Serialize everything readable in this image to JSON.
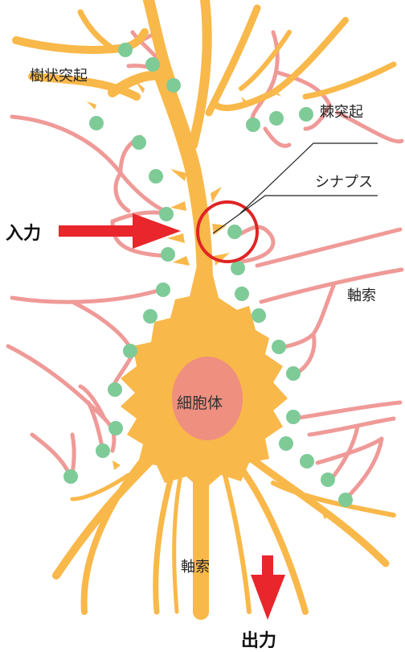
{
  "labels": {
    "dendrite": "樹状突起",
    "spine": "棘突起",
    "synapse": "シナプス",
    "input": "入力",
    "axon_right": "軸索",
    "soma": "細胞体",
    "axon_bottom": "軸索",
    "output": "出力"
  },
  "colors": {
    "neuron": "#f9b84a",
    "axon_pink": "#ef9a98",
    "terminal": "#7ecb98",
    "nucleus": "#ee8f80",
    "arrow": "#e8262b",
    "circle": "#e02424"
  }
}
